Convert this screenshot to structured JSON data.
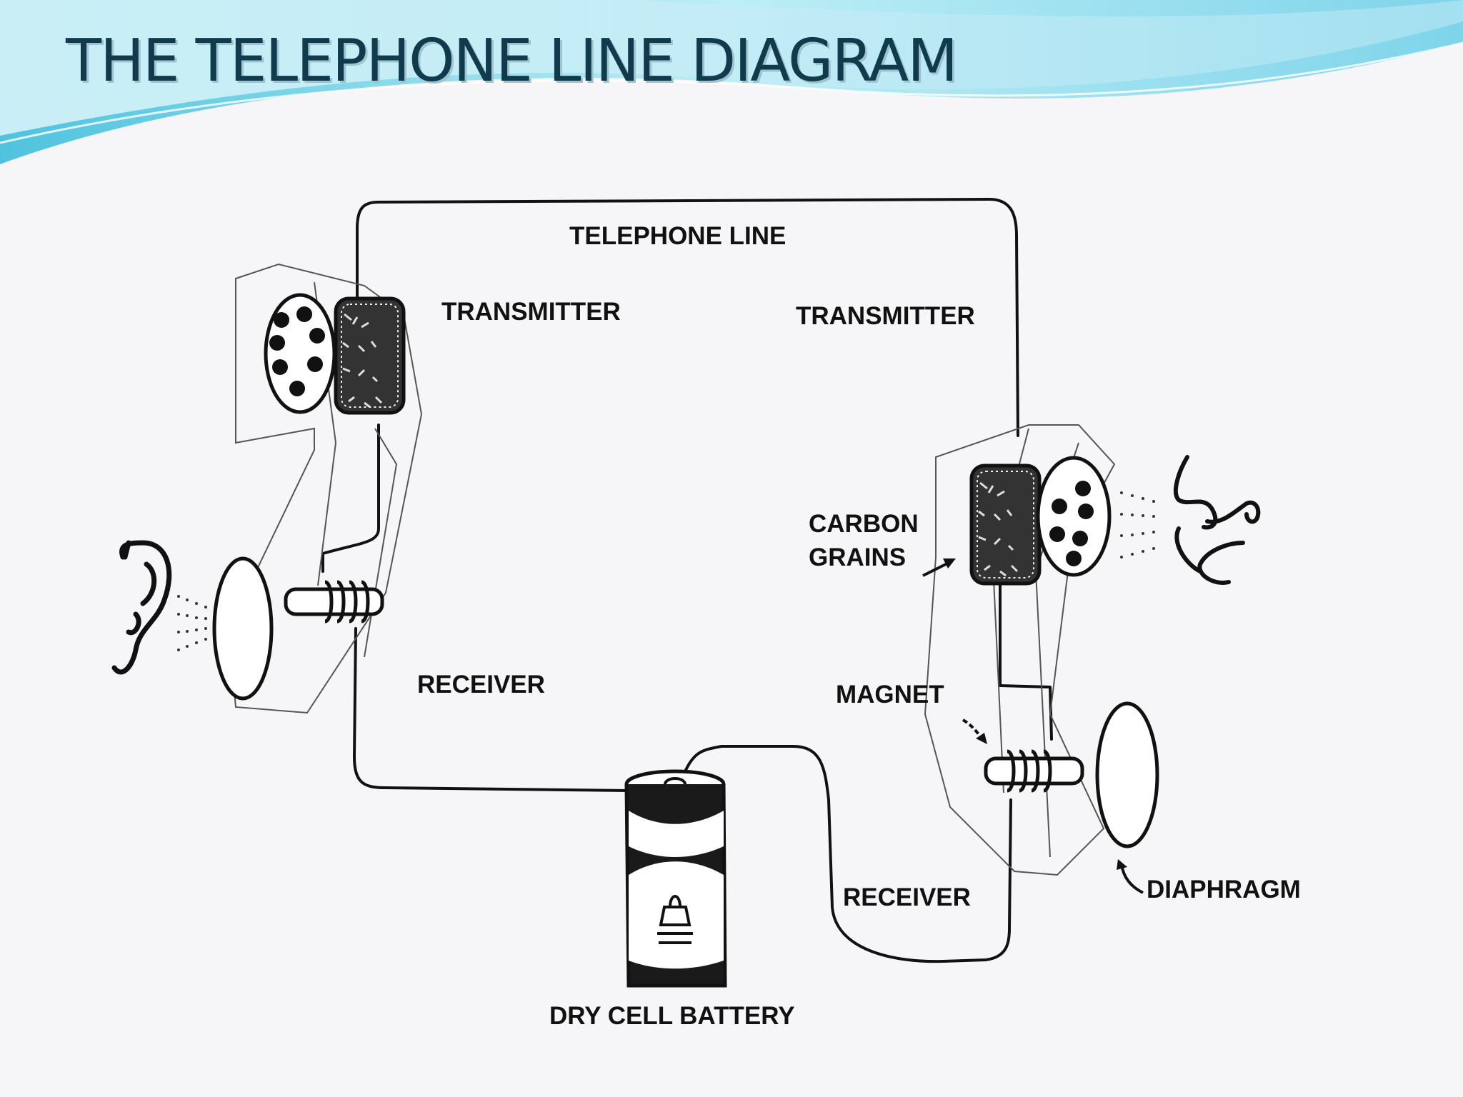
{
  "slide": {
    "title": "THE TELEPHONE LINE DIAGRAM"
  },
  "diagram": {
    "labels": {
      "telephone_line": "TELEPHONE LINE",
      "left_transmitter": "TRANSMITTER",
      "right_transmitter": "TRANSMITTER",
      "carbon_grains_line1": "CARBON",
      "carbon_grains_line2": "GRAINS",
      "left_receiver": "RECEIVER",
      "magnet": "MAGNET",
      "right_receiver": "RECEIVER",
      "diaphragm": "DIAPHRAGM",
      "battery": "DRY CELL BATTERY"
    }
  },
  "colors": {
    "banner_light": "#bfeef6",
    "banner_mid": "#6fd0e6",
    "banner_dark": "#1fa6c9",
    "title_text": "#0f3b4c",
    "ink": "#111111"
  }
}
